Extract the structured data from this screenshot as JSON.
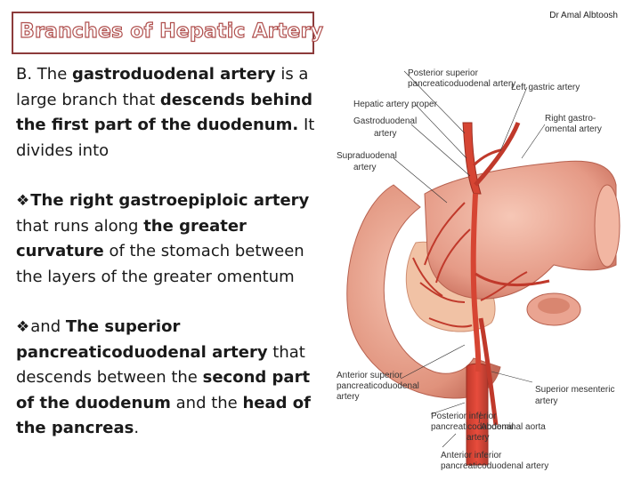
{
  "slide": {
    "title": "Branches of Hepatic Artery",
    "author": "Dr Amal Albtoosh"
  },
  "body": {
    "p1": {
      "pre": "B. The ",
      "term": "gastroduodenal artery",
      "mid": " is a large branch that ",
      "term2": "descends behind the first part of the duodenum.",
      "post": " It divides into"
    },
    "p2": {
      "bullet": "❖",
      "term": "The right gastroepiploic artery",
      "mid": " that runs along ",
      "term2": "the greater curvature",
      "post": " of the stomach between the layers of the greater omentum"
    },
    "p3": {
      "bullet": "❖",
      "pre": "and ",
      "term": "The superior pancreaticoduodenal artery",
      "mid": " that descends between the ",
      "term2": "second part of the duodenum",
      "mid2": " and the ",
      "term3": "head of the pancreas",
      "post": "."
    }
  },
  "figure": {
    "labels": {
      "posterior_superior": [
        "Posterior superior",
        "pancreaticoduodenal artery"
      ],
      "left_gastric": [
        "Left gastric artery"
      ],
      "hepatic_proper": [
        "Hepatic artery proper"
      ],
      "gastroduodenal": [
        "Gastroduodenal",
        "artery"
      ],
      "right_gastroomental": [
        "Right gastro-",
        "omental artery"
      ],
      "supraduodenal": [
        "Supraduodenal",
        "artery"
      ],
      "anterior_superior": [
        "Anterior superior",
        "pancreaticoduodenal",
        "artery"
      ],
      "superior_mesenteric": [
        "Superior mesenteric",
        "artery"
      ],
      "posterior_inferior": [
        "Posterior inferior",
        "pancreaticoduodenal",
        "artery"
      ],
      "abdominal_aorta": [
        "Abdominal aorta"
      ],
      "anterior_inferior": [
        "Anterior inferior",
        "pancreaticoduodenal artery"
      ]
    }
  }
}
